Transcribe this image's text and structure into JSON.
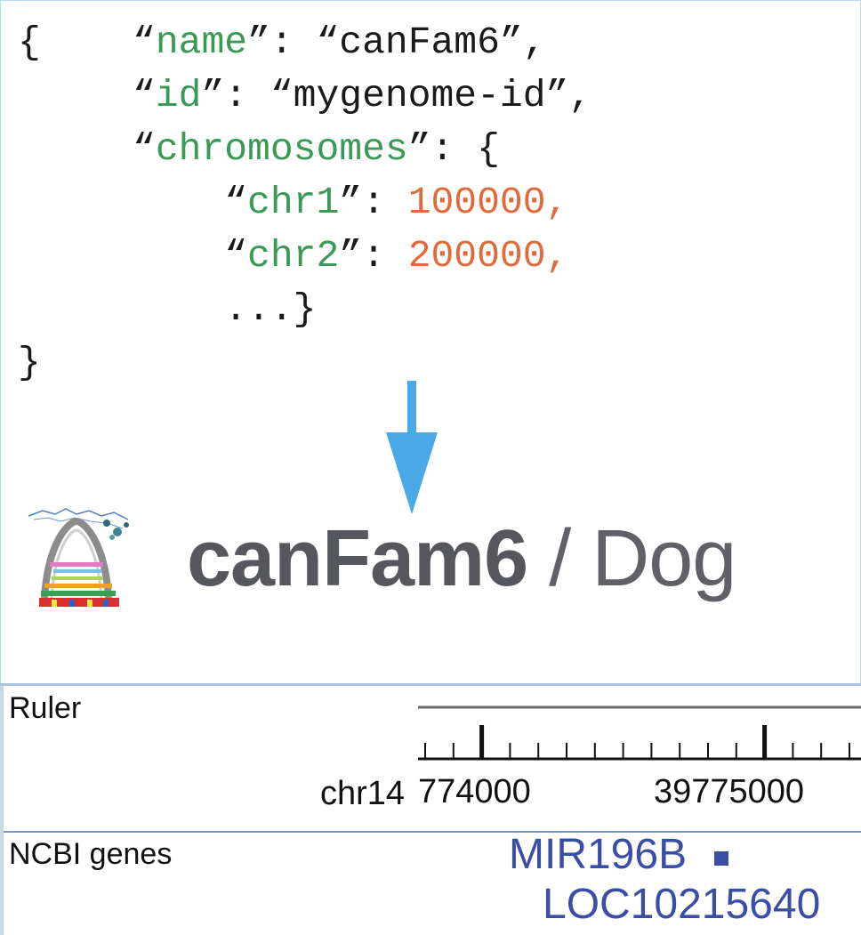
{
  "code": {
    "open_brace": "{",
    "name_key": "name",
    "name_value": "canFam6",
    "id_key": "id",
    "id_value": "mygenome-id",
    "chromosomes_key": "chromosomes",
    "chr1_key": "chr1",
    "chr1_value": "100000",
    "chr2_key": "chr2",
    "chr2_value": "200000",
    "ellipsis": "...}",
    "close_brace": "}"
  },
  "genome_header": {
    "assembly": "canFam6",
    "separator": " / ",
    "organism": "Dog"
  },
  "browser": {
    "ruler_label": "Ruler",
    "genes_label": "NCBI genes",
    "chromosome_prefix": "chr14",
    "position_left": "774000",
    "position_right": "39775000",
    "gene_1": "MIR196B",
    "gene_2": "LOC10215640"
  },
  "colors": {
    "json_key": "#3a9a55",
    "json_number": "#e06a3a",
    "arrow": "#4aa9e6",
    "gene_text": "#3a4ea6"
  }
}
